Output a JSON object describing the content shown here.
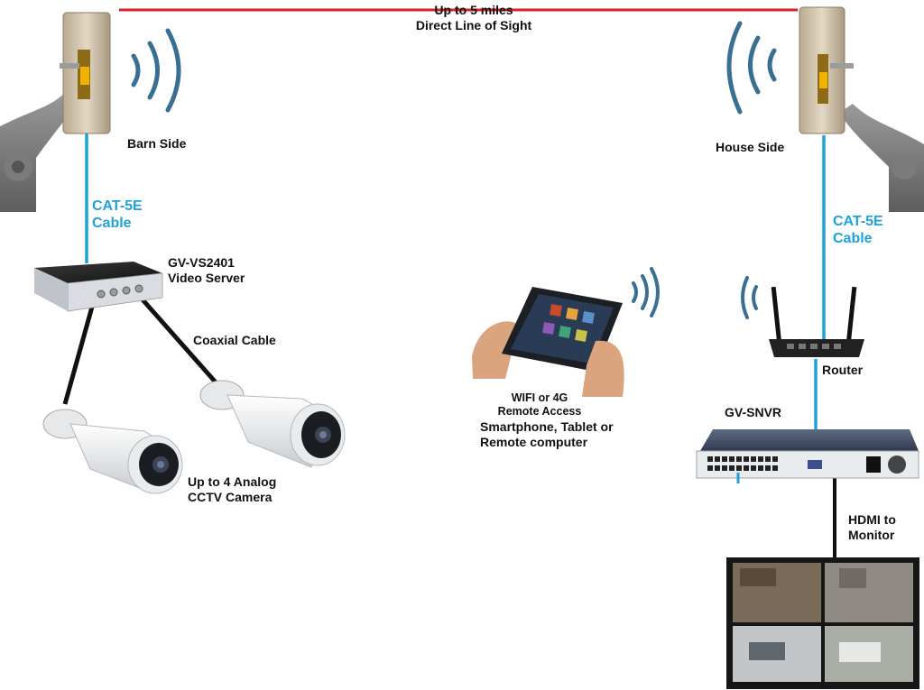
{
  "link": {
    "line1": "Up to 5 miles",
    "line2": "Direct Line of Sight"
  },
  "barn": {
    "label": "Barn Side",
    "cable_line1": "CAT-5E",
    "cable_line2": "Cable"
  },
  "house": {
    "label": "House Side",
    "cable_line1": "CAT-5E",
    "cable_line2": "Cable"
  },
  "video_server": {
    "line1": "GV-VS2401",
    "line2": "Video Server"
  },
  "coax": {
    "label": "Coaxial Cable"
  },
  "cameras": {
    "line1": "Up to 4 Analog",
    "line2": "CCTV Camera"
  },
  "remote": {
    "line1": "WIFI or 4G",
    "line2": "Remote Access",
    "line3": "Smartphone, Tablet or",
    "line4": "Remote computer"
  },
  "router": {
    "label": "Router"
  },
  "nvr": {
    "label": "GV-SNVR"
  },
  "hdmi": {
    "line1": "HDMI to",
    "line2": "Monitor"
  },
  "colors": {
    "link_line": "#d61f26",
    "cat5_line": "#1fa3d6",
    "coax_line": "#111111",
    "wifi_waves": "#3a6f94",
    "label_blue": "#1fa3d6"
  }
}
